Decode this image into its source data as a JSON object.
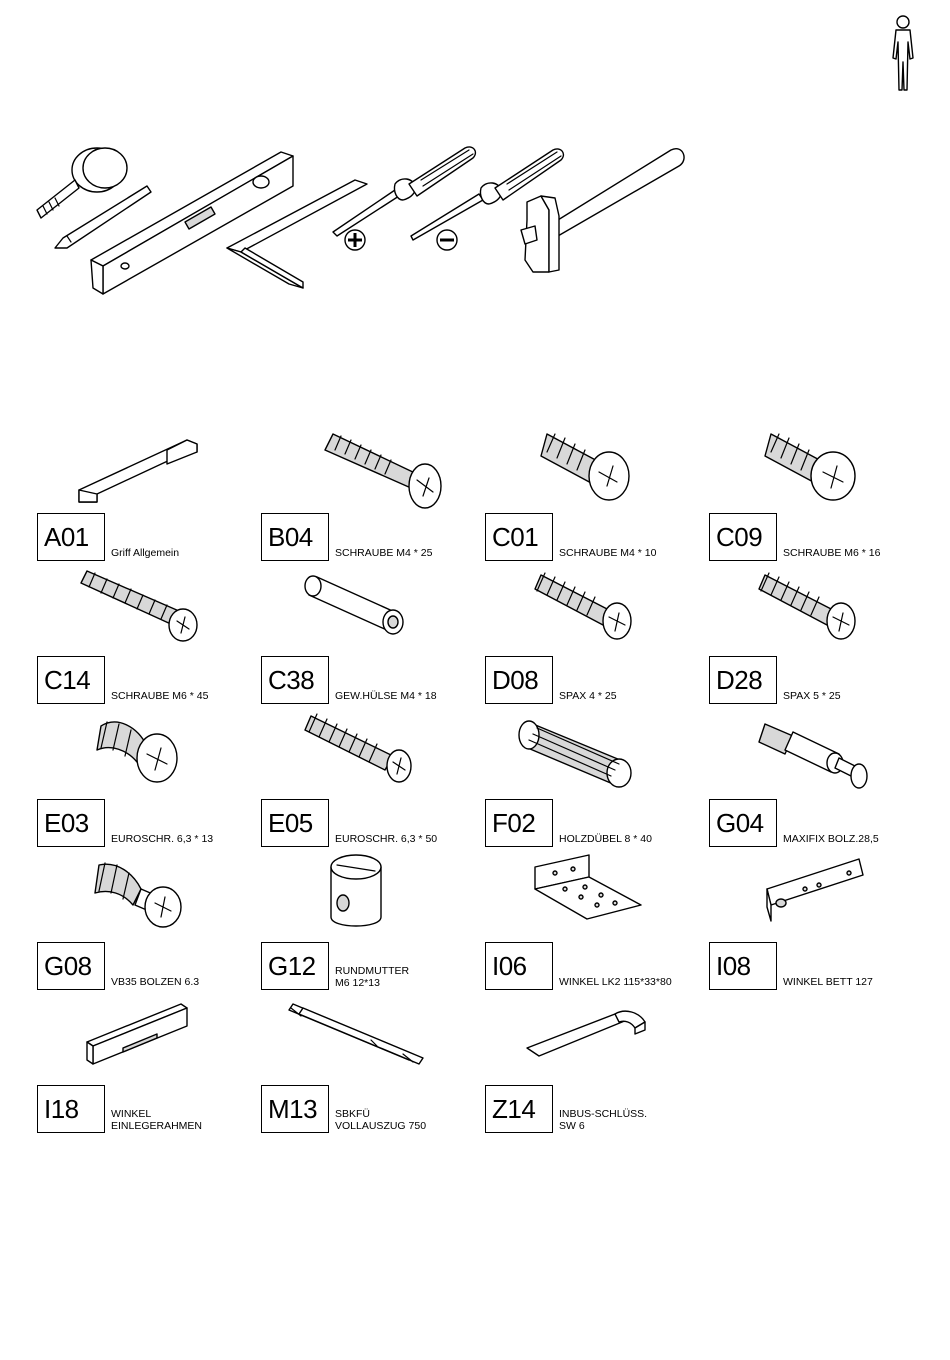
{
  "tools": {
    "items": [
      "tape-measure",
      "pencil",
      "spirit-level",
      "square",
      "phillips-screwdriver",
      "flat-screwdriver",
      "hammer"
    ]
  },
  "parts": [
    {
      "code": "A01",
      "desc": "Griff Allgemein",
      "icon": "handle-icon"
    },
    {
      "code": "B04",
      "desc": "SCHRAUBE M4 * 25",
      "icon": "screw-long-icon"
    },
    {
      "code": "C01",
      "desc": "SCHRAUBE M4 * 10",
      "icon": "screw-short-countersunk-icon"
    },
    {
      "code": "C09",
      "desc": "SCHRAUBE M6 * 16",
      "icon": "screw-short-pan-icon"
    },
    {
      "code": "C14",
      "desc": "SCHRAUBE M6 * 45",
      "icon": "screw-long-pan-icon"
    },
    {
      "code": "C38",
      "desc": "GEW.HÜLSE M4 * 18",
      "icon": "threaded-sleeve-icon"
    },
    {
      "code": "D08",
      "desc": "SPAX 4 * 25",
      "icon": "spax-screw-icon"
    },
    {
      "code": "D28",
      "desc": "SPAX 5 * 25",
      "icon": "spax-screw-icon"
    },
    {
      "code": "E03",
      "desc": "EUROSCHR. 6,3 * 13",
      "icon": "euro-screw-short-icon"
    },
    {
      "code": "E05",
      "desc": "EUROSCHR. 6,3 * 50",
      "icon": "euro-screw-long-icon"
    },
    {
      "code": "F02",
      "desc": "HOLZDÜBEL 8 * 40",
      "icon": "wood-dowel-icon"
    },
    {
      "code": "G04",
      "desc": "MAXIFIX BOLZ.28,5",
      "icon": "cam-bolt-icon"
    },
    {
      "code": "G08",
      "desc": "VB35 BOLZEN 6.3",
      "icon": "connector-bolt-icon"
    },
    {
      "code": "G12",
      "desc": "RUNDMUTTER\nM6 12*13",
      "icon": "barrel-nut-icon"
    },
    {
      "code": "I06",
      "desc": "WINKEL LK2 115*33*80",
      "icon": "angle-bracket-icon"
    },
    {
      "code": "I08",
      "desc": "WINKEL BETT 127",
      "icon": "bed-bracket-icon"
    },
    {
      "code": "I18",
      "desc": "WINKEL\nEINLEGERAHMEN",
      "icon": "frame-angle-icon"
    },
    {
      "code": "M13",
      "desc": "SBKFÜ\nVOLLAUSZUG 750",
      "icon": "drawer-slide-icon"
    },
    {
      "code": "Z14",
      "desc": "INBUS-SCHLÜSS.\nSW 6",
      "icon": "allen-key-icon"
    }
  ]
}
